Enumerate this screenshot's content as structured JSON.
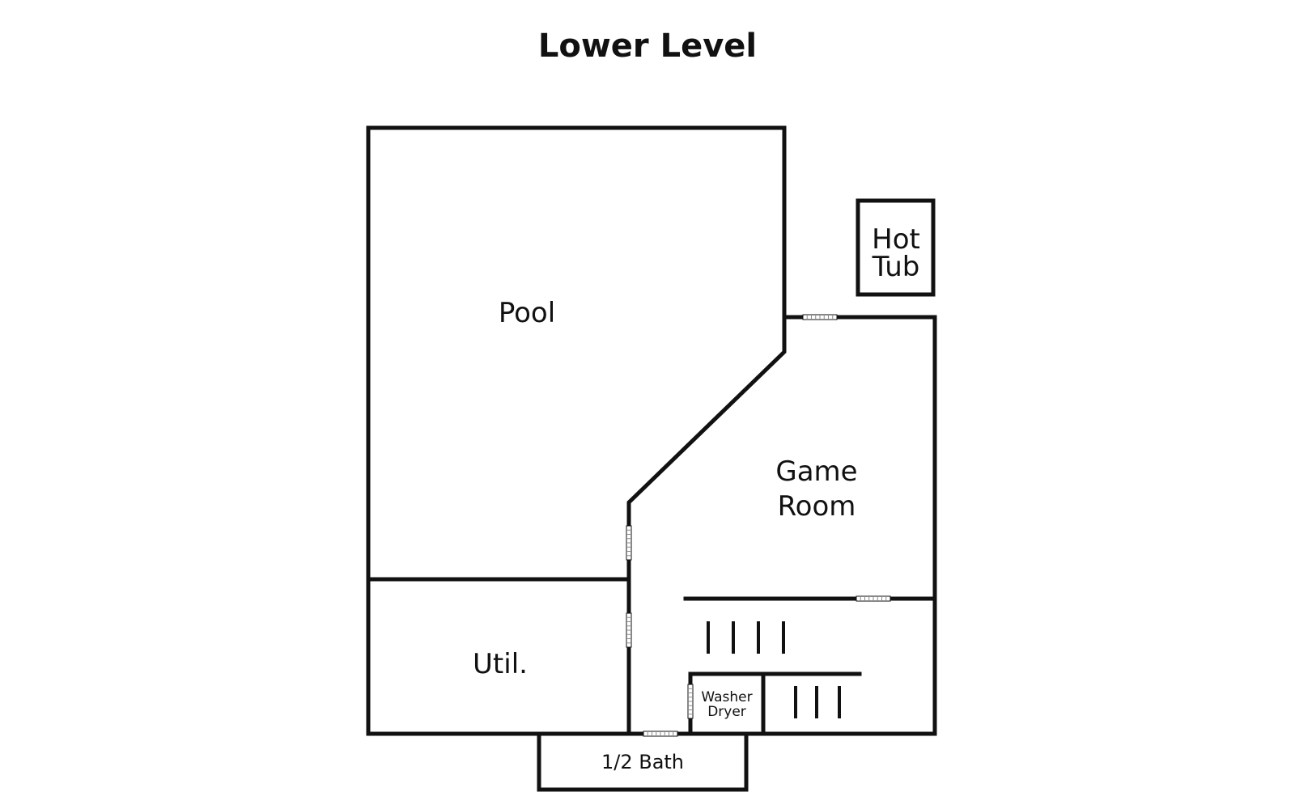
{
  "title": "Lower Level",
  "rooms": {
    "pool": "Pool",
    "hot_tub_line1": "Hot",
    "hot_tub_line2": "Tub",
    "game_room_line1": "Game",
    "game_room_line2": "Room",
    "util": "Util.",
    "washer": "Washer",
    "dryer": "Dryer",
    "half_bath": "1/2 Bath"
  },
  "colors": {
    "wall": "#111111",
    "background": "#ffffff"
  }
}
